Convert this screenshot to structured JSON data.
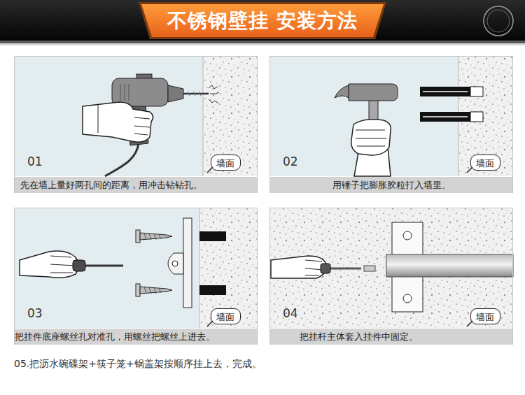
{
  "diagram": {
    "title": "不锈钢壁挂 安装方法",
    "caption": "05.把沥水碗碟架+筷子笼+锅盖架按顺序挂上去，完成。",
    "nodes": [
      {
        "text": [
          "01"
        ]
      },
      {
        "text": [
          "墙面"
        ],
        "in": 0
      },
      {
        "text": [
          "先在墙上量好两孔间的距离，用冲击钻钻孔。"
        ],
        "in": 0
      },
      {
        "text": [
          "02"
        ]
      },
      {
        "text": [
          "墙面"
        ],
        "in": 3
      },
      {
        "text": [
          "用锤子把膨胀胶粒打入墙里。"
        ],
        "in": 3
      },
      {
        "text": [
          "03"
        ]
      },
      {
        "text": [
          "墙面"
        ],
        "in": 6
      },
      {
        "text": [
          "把挂件底座螺丝孔对准孔，用螺丝把螺丝上进去。"
        ],
        "in": 6
      },
      {
        "text": [
          "04"
        ]
      },
      {
        "text": [
          "墙面"
        ],
        "in": 9
      },
      {
        "text": [
          "把挂杆主体套入挂件中固定。"
        ],
        "in": 9
      }
    ]
  }
}
